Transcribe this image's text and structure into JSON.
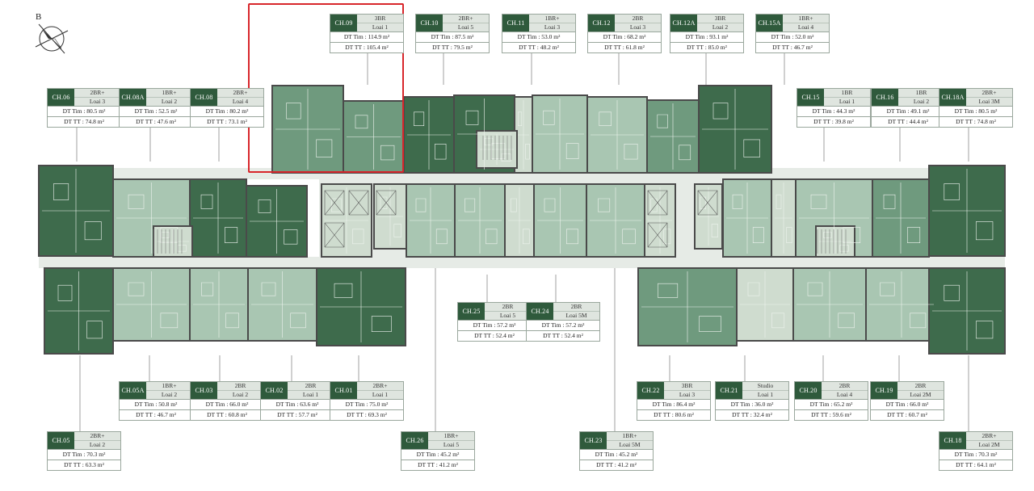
{
  "compass": {
    "label": "B"
  },
  "colors": {
    "dark": "#3e6b4c",
    "mid": "#6f9a7e",
    "light": "#a9c6b2",
    "pale": "#cfdccf",
    "corridor": "#e6ebe6",
    "wall": "#4a4a4a",
    "code_bg": "#2f5a3c",
    "highlight": "#d8262b"
  },
  "labels": {
    "area_gross": "DT Tim",
    "area_net": "DT TT"
  },
  "units": [
    {
      "code": "CH.09",
      "bed": "3BR",
      "type": "Loai 1",
      "gross": "114.9 m²",
      "net": "105.4 m²"
    },
    {
      "code": "CH.10",
      "bed": "2BR+",
      "type": "Loai 5",
      "gross": "87.5 m²",
      "net": "79.5 m²"
    },
    {
      "code": "CH.11",
      "bed": "1BR+",
      "type": "Loai 3",
      "gross": "53.0 m²",
      "net": "48.2 m²"
    },
    {
      "code": "CH.12",
      "bed": "2BR",
      "type": "Loai 3",
      "gross": "68.2 m²",
      "net": "61.8 m²"
    },
    {
      "code": "CH.12A",
      "bed": "3BR",
      "type": "Loai 2",
      "gross": "93.1 m²",
      "net": "85.0 m²"
    },
    {
      "code": "CH.15A",
      "bed": "1BR+",
      "type": "Loai 4",
      "gross": "52.0 m²",
      "net": "46.7 m²"
    },
    {
      "code": "CH.06",
      "bed": "2BR+",
      "type": "Loai 3",
      "gross": "80.5 m²",
      "net": "74.8 m²"
    },
    {
      "code": "CH.08A",
      "bed": "1BR+",
      "type": "Loai 2",
      "gross": "52.5 m²",
      "net": "47.6 m²"
    },
    {
      "code": "CH.08",
      "bed": "2BR+",
      "type": "Loai 4",
      "gross": "80.2 m²",
      "net": "73.1 m²"
    },
    {
      "code": "CH.15",
      "bed": "1BR",
      "type": "Loai 1",
      "gross": "44.3 m²",
      "net": "39.8 m²"
    },
    {
      "code": "CH.16",
      "bed": "1BR",
      "type": "Loai 2",
      "gross": "49.1 m²",
      "net": "44.4 m²"
    },
    {
      "code": "CH.18A",
      "bed": "2BR+",
      "type": "Loai 3M",
      "gross": "80.5 m²",
      "net": "74.8 m²"
    },
    {
      "code": "CH.25",
      "bed": "2BR",
      "type": "Loai 5",
      "gross": "57.2 m²",
      "net": "52.4 m²"
    },
    {
      "code": "CH.24",
      "bed": "2BR",
      "type": "Loai 5M",
      "gross": "57.2 m²",
      "net": "52.4 m²"
    },
    {
      "code": "CH.05A",
      "bed": "1BR+",
      "type": "Loai 2",
      "gross": "50.8 m²",
      "net": "46.7 m²"
    },
    {
      "code": "CH.03",
      "bed": "2BR",
      "type": "Loai 2",
      "gross": "66.0 m²",
      "net": "60.8 m²"
    },
    {
      "code": "CH.02",
      "bed": "2BR",
      "type": "Loai 1",
      "gross": "63.6 m²",
      "net": "57.7 m²"
    },
    {
      "code": "CH.01",
      "bed": "2BR+",
      "type": "Loai 1",
      "gross": "75.0 m²",
      "net": "69.3 m²"
    },
    {
      "code": "CH.22",
      "bed": "3BR",
      "type": "Loai 3",
      "gross": "86.4 m²",
      "net": "80.6 m²"
    },
    {
      "code": "CH.21",
      "bed": "Studio",
      "type": "Loai 1",
      "gross": "36.0 m²",
      "net": "32.4 m²"
    },
    {
      "code": "CH.20",
      "bed": "2BR",
      "type": "Loai 4",
      "gross": "65.2 m²",
      "net": "59.6 m²"
    },
    {
      "code": "CH.19",
      "bed": "2BR",
      "type": "Loai 2M",
      "gross": "66.0 m²",
      "net": "60.7 m²"
    },
    {
      "code": "CH.05",
      "bed": "2BR+",
      "type": "Loai 2",
      "gross": "70.3 m²",
      "net": "63.3 m²"
    },
    {
      "code": "CH.26",
      "bed": "1BR+",
      "type": "Loai 5",
      "gross": "45.2 m²",
      "net": "41.2 m²"
    },
    {
      "code": "CH.23",
      "bed": "1BR+",
      "type": "Loai 5M",
      "gross": "45.2 m²",
      "net": "41.2 m²"
    },
    {
      "code": "CH.18",
      "bed": "2BR+",
      "type": "Loai 2M",
      "gross": "70.3 m²",
      "net": "64.1 m²"
    }
  ]
}
